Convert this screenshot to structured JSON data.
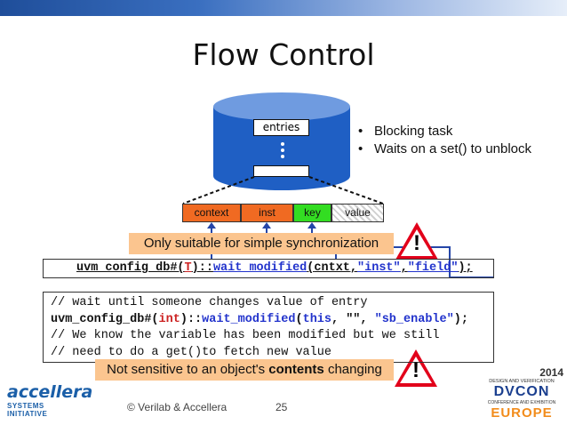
{
  "slide": {
    "title": "Flow Control",
    "bullets": [
      "Blocking task",
      "Waits on a set() to unblock"
    ],
    "cylinder_label": "entries",
    "fields": [
      "context",
      "inst",
      "key",
      "value"
    ],
    "note_top": "Only suitable for simple synchronization",
    "code_line": {
      "prefix": "uvm_config_db#(",
      "type": "T",
      "mid": ")::",
      "method": "wait_modified",
      "args_open": "(",
      "arg1": "cntxt",
      "comma1": ",",
      "arg2": "\"inst\"",
      "comma2": ",",
      "arg3": "\"field\"",
      "close": ");"
    },
    "code_block": {
      "line1": "// wait until someone changes value of entry",
      "line2_prefix": "uvm_config_db#(",
      "line2_type": "int",
      "line2_mid": ")::",
      "line2_method": "wait_modified",
      "line2_open": "(",
      "line2_this": "this",
      "line2_rest1": ", \"\", ",
      "line2_str": "\"sb_enable\"",
      "line2_close": ");",
      "line3": "// We know the variable has been modified but we still",
      "line4": "// need to do a get()to fetch new value"
    },
    "note_bottom_prefix": "Not sensitive to an object's ",
    "note_bottom_bold": "contents",
    "note_bottom_suffix": " changing",
    "warning_symbol": "!",
    "footer_left": "© Verilab & Accellera",
    "page_number": "25",
    "logo_left_text": "accellera",
    "logo_left_sub": "SYSTEMS INITIATIVE",
    "logo_right": {
      "year": "2014",
      "tag1": "DESIGN AND VERIFICATION",
      "name": "DVCON",
      "tag2": "CONFERENCE AND EXHIBITION",
      "region": "EUROPE"
    },
    "colors": {
      "cylinder": "#1f5fc4",
      "field_orange": "#f06a22",
      "field_green": "#33dd22",
      "note_bg": "#fbc58f",
      "warn_red": "#e2001a",
      "arrow_blue": "#2546a8"
    },
    "icons": [
      "warning-triangle-icon",
      "database-cylinder-icon"
    ]
  }
}
